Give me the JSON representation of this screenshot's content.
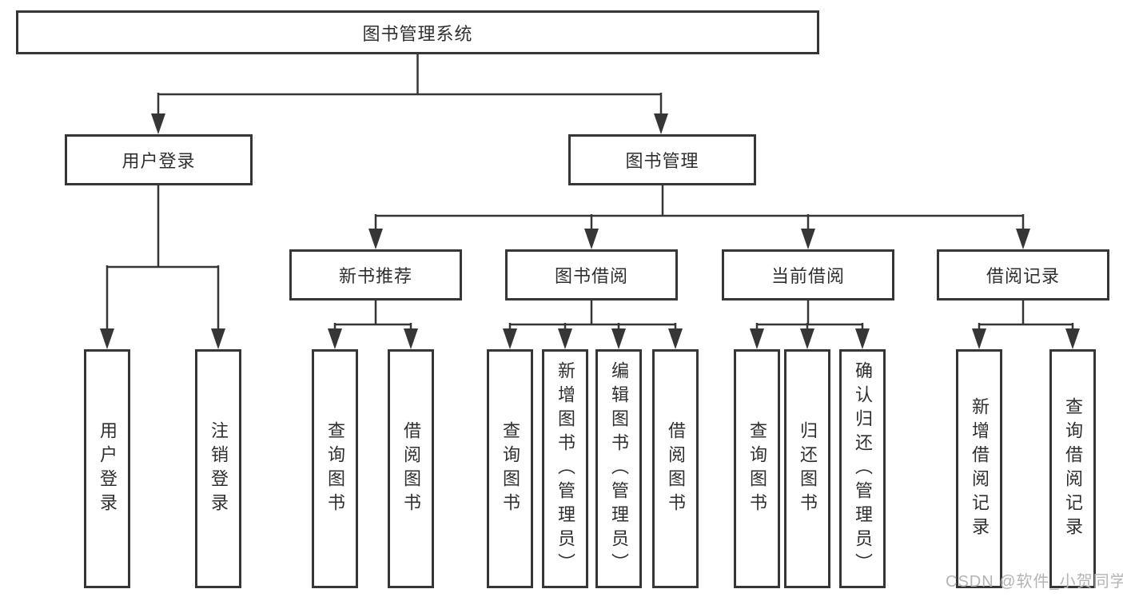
{
  "diagram": {
    "title": "图书管理系统",
    "type": "functional-structure-tree",
    "tree": {
      "label": "图书管理系统",
      "children": [
        {
          "label": "用户登录",
          "children": [
            {
              "label": "用户登录"
            },
            {
              "label": "注销登录"
            }
          ]
        },
        {
          "label": "图书管理",
          "children": [
            {
              "label": "新书推荐",
              "children": [
                {
                  "label": "查询图书"
                },
                {
                  "label": "借阅图书"
                }
              ]
            },
            {
              "label": "图书借阅",
              "children": [
                {
                  "label": "查询图书"
                },
                {
                  "label": "新增图书（管理员）"
                },
                {
                  "label": "编辑图书（管理员）"
                },
                {
                  "label": "借阅图书"
                }
              ]
            },
            {
              "label": "当前借阅",
              "children": [
                {
                  "label": "查询图书"
                },
                {
                  "label": "归还图书"
                },
                {
                  "label": "确认归还（管理员）"
                }
              ]
            },
            {
              "label": "借阅记录",
              "children": [
                {
                  "label": "新增借阅记录"
                },
                {
                  "label": "查询借阅记录"
                }
              ]
            }
          ]
        }
      ]
    },
    "colors": {
      "line": "#363636",
      "text": "#2f2f2f",
      "background": "#ffffff",
      "watermark": "#b4b4b4"
    }
  },
  "watermark": {
    "text": "CSDN @软件_小贺同学"
  }
}
